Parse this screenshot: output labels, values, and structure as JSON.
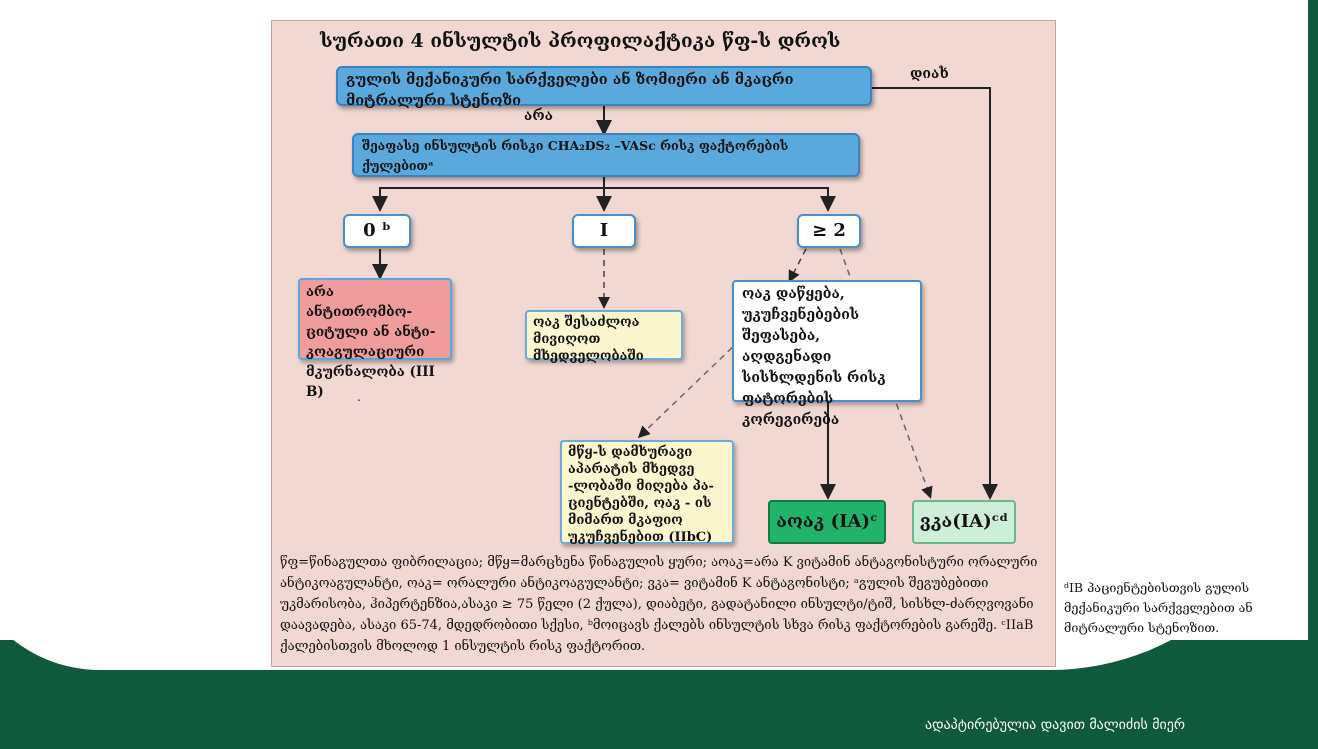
{
  "title": "სურათი 4 ინსულტის პროფილაქტიკა წფ-ს დროს",
  "top_box": "გულის მექანიკური სარქველები ან ზომიერი ან მკაცრი მიტრალური სტენოზი",
  "label_yes": "დიახ",
  "label_no": "არა",
  "risk_box": "შეაფასე ინსულტის რისკი CHA₂DS₂ –VASc რისკ ფაქტორების ქულებითᵃ",
  "node_zero": "0 ᵇ",
  "node_one": "I",
  "node_two": "≥ 2",
  "pink_box": "არა ანტითრომბო-ციტული ან ანტი-კოაგულაციური მკურნალობა (III B)",
  "yellow_box1": "ოაკ შესაძლოა მივიღოთ მხედველობაში",
  "white_box": "ოაკ დაწყება, უკუჩვენებების შეფასება, აღდგენადი სისხლდენის რისკ ფატორების კორეგირება",
  "yellow_box2": "მწყ-ს დამხურავი აპარატის მხედვე -ლობაში მიღება პა-ციენტებში, ოაკ - ის მიმართ მკაფიო უკუჩვენებით (IIbC)",
  "green_box": "აოაკ (IA)ᶜ",
  "lightgreen_box": "ვკა(IA)ᶜᵈ",
  "footnote": "წფ=წინაგულთა ფიბრილაცია; მწყ=მარცხენა წინაგულის ყური; აოაკ=არა K ვიტამინ ანტაგონისტური ორალური ანტიკოაგულანტი, ოაკ= ორალური ანტიკოაგულანტი; ვკა= ვიტამინ K ანტაგონისტი; ᵃგულის შეგუბებითი უკმარისობა, ჰიპერტენზია,ასაკი ≥ 75 წელი (2 ქულა), დიაბეტი, გადატანილი ინსულტი/ტიშ, სისხლ-ძარღვოვანი დაავადება, ასაკი 65-74, მდედრობითი სქესი, ᵇმოიცავს ქალებს ინსულტის სხვა რისკ ფაქტორების გარეშე. ᶜIIaB ქალებისთვის მხოლოდ 1 ინსულტის რისკ ფაქტორით.",
  "side_note": "ᵈIB პაციენტებისთვის გულის მექანიკური სარქველებით ან მიტრალური სტენოზით.",
  "credit": "ადაპტირებულია დავით მალიძის მიერ",
  "colors": {
    "panel": "#f2d8d3",
    "blue": "#5aa9dc",
    "pink": "#ef9c9c",
    "yellow": "#fbf6cd",
    "green": "#22b36a",
    "lightgreen": "#cdeed8",
    "band": "#0f5a3c"
  }
}
